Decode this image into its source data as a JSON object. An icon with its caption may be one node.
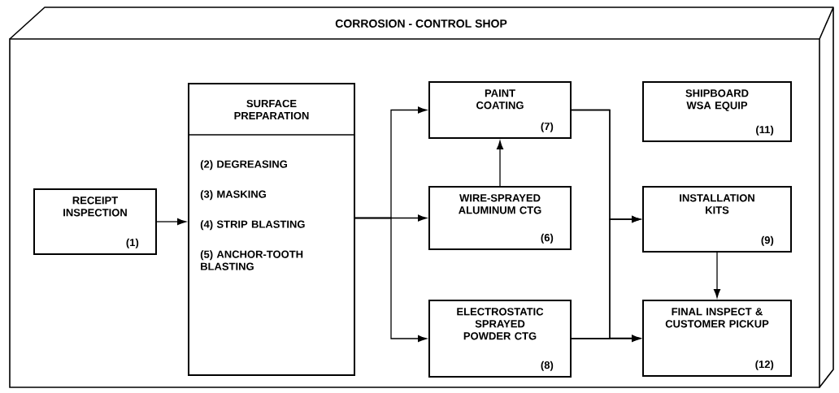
{
  "diagram": {
    "nodes": [
      {
        "text": [
          "CORROSION - CONTROL SHOP"
        ]
      },
      {
        "text": [
          "RECEIPT INSPECTION",
          "(1)"
        ],
        "in": 0
      },
      {
        "text": [
          "SURFACE PREPARATION",
          "(2) DEGREASING",
          "(3) MASKING",
          "(4) STRIP BLASTING",
          "(5) ANCHOR-TOOTH BLASTING"
        ],
        "in": 0
      },
      {
        "text": [
          "PAINT COATING",
          "(7)"
        ],
        "in": 0
      },
      {
        "text": [
          "SHIPBOARD WSA EQUIP",
          "(11)"
        ],
        "in": 0
      },
      {
        "text": [
          "WIRE-SPRAYED ALUMINUM CTG",
          "(6)"
        ],
        "in": 0
      },
      {
        "text": [
          "INSTALLATION KITS",
          "(9)"
        ],
        "in": 0
      },
      {
        "text": [
          "ELECTROSTATIC SPRAYED POWDER CTG",
          "(8)"
        ],
        "in": 0
      },
      {
        "text": [
          "FINAL INSPECT & CUSTOMER PICKUP",
          "(12)"
        ],
        "in": 0
      }
    ],
    "edges": [
      {
        "from": 1,
        "to": 2,
        "arrow": "to"
      },
      {
        "from": 2,
        "to": 3,
        "arrow": "to"
      },
      {
        "from": 2,
        "to": 5,
        "arrow": "to"
      },
      {
        "from": 2,
        "to": 7,
        "arrow": "to"
      },
      {
        "from": 5,
        "to": 3,
        "arrow": "to"
      },
      {
        "from": 3,
        "to": 6,
        "arrow": "to"
      },
      {
        "from": 3,
        "to": 8,
        "arrow": "to"
      },
      {
        "from": 7,
        "to": 6,
        "arrow": "to"
      },
      {
        "from": 7,
        "to": 8,
        "arrow": "to"
      },
      {
        "from": 6,
        "to": 8,
        "arrow": "to"
      }
    ]
  }
}
